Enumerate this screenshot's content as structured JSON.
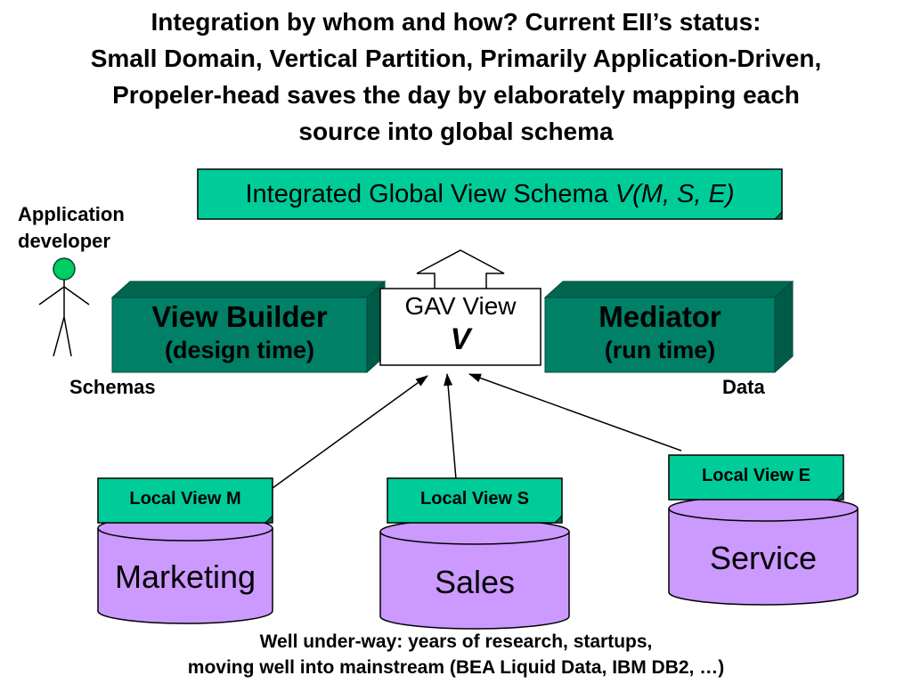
{
  "title": {
    "line1": "Integration by whom and how? Current EII’s status:",
    "line2": "Small Domain, Vertical Partition, Primarily Application-Driven,",
    "line3": "Propeler-head saves the day by elaborately mapping each",
    "line4": "source into global schema"
  },
  "global_view": {
    "text": "Integrated Global View Schema",
    "formula": "V(M, S, E)"
  },
  "developer": {
    "line1": "Application",
    "line2": "developer"
  },
  "view_builder": {
    "line1": "View Builder",
    "line2": "(design time)"
  },
  "mediator": {
    "line1": "Mediator",
    "line2": "(run time)"
  },
  "gav_view": {
    "line1": "GAV View",
    "line2": "V"
  },
  "labels": {
    "schemas": "Schemas",
    "data": "Data"
  },
  "sources": [
    {
      "tag": "Local View M",
      "name": "Marketing"
    },
    {
      "tag": "Local View S",
      "name": "Sales"
    },
    {
      "tag": "Local View E",
      "name": "Service"
    }
  ],
  "footer": {
    "line1": "Well under-way: years of research, startups,",
    "line2": "moving well into mainstream (BEA Liquid Data, IBM DB2, …)"
  },
  "colors": {
    "tag_fill": "#00cc99",
    "block_front": "#008066",
    "block_top": "#006650",
    "block_side": "#005a48",
    "db_fill": "#cc99ff",
    "person_head": "#00cc66"
  }
}
